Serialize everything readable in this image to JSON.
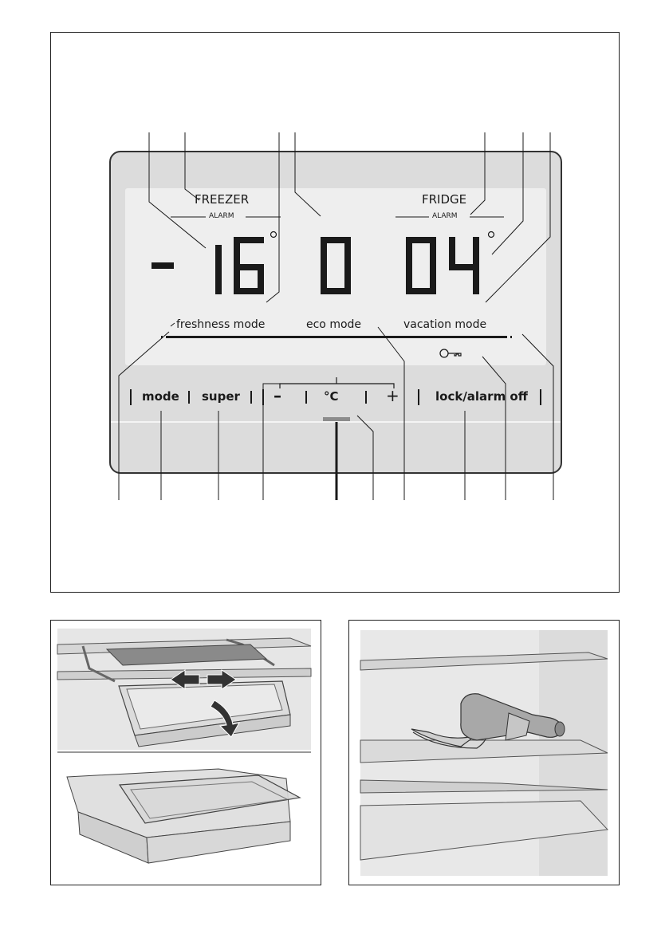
{
  "display": {
    "freezer_label": "FREEZER",
    "freezer_alarm": "ALARM",
    "fridge_label": "FRIDGE",
    "fridge_alarm": "ALARM",
    "freezer_temp": "-16",
    "middle_digit": "0",
    "fridge_temp": "04",
    "degree_symbol": "°",
    "modes": {
      "freshness": "freshness mode",
      "eco": "eco mode",
      "vacation": "vacation mode"
    },
    "key_icon": "key-icon"
  },
  "buttons": {
    "mode": "mode",
    "super": "super",
    "minus": "–",
    "celsius": "°C",
    "plus": "+",
    "lock_alarm_off": "lock/alarm off"
  },
  "colors": {
    "panel": "#dcdcdc",
    "screen": "#eeeeee",
    "frame": "#222222",
    "ink": "#1a1a1a",
    "celsius_indicator": "#8c8c8c"
  }
}
